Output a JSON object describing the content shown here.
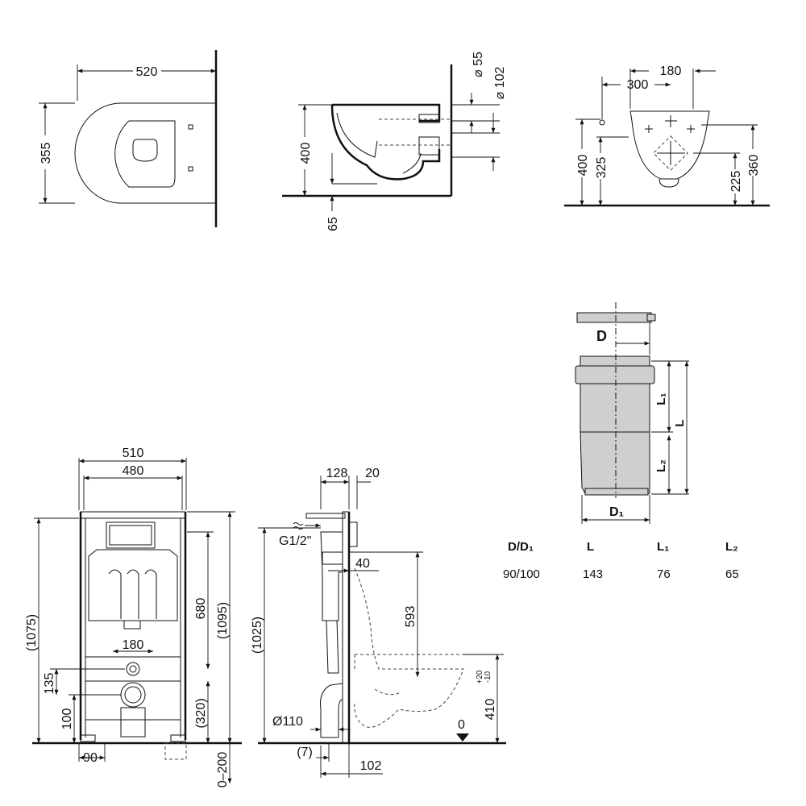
{
  "top_view": {
    "width": "520",
    "depth": "355"
  },
  "side_view": {
    "height": "400",
    "offset": "65",
    "d_small": "⌀ 55",
    "d_large": "⌀ 102"
  },
  "front_view": {
    "d180": "180",
    "d300": "300",
    "h400": "400",
    "h325": "325",
    "h225": "225",
    "h360": "360"
  },
  "frame_front": {
    "w510": "510",
    "w480": "480",
    "d180": "180",
    "h1075": "(1075)",
    "h680": "680",
    "h1095": "(1095)",
    "h135": "135",
    "h100": "100",
    "h320": "(320)",
    "w90": "90",
    "range": "0–200"
  },
  "frame_side": {
    "w128": "128",
    "w20": "20",
    "thread": "G1/2\"",
    "w40": "40",
    "h1025": "(1025)",
    "h593": "593",
    "dia": "Ø110",
    "w7": "(7)",
    "w102": "102",
    "zero": "0",
    "height_main": "410",
    "tol_plus": "+20",
    "tol_minus": "-10"
  },
  "pipe": {
    "label_d": "D",
    "label_l": "L",
    "label_l1": "L₁",
    "label_l2": "L₂",
    "label_d1": "D₁",
    "table": {
      "headers": [
        "D/D₁",
        "L",
        "L₁",
        "L₂"
      ],
      "row": [
        "90/100",
        "143",
        "76",
        "65"
      ]
    }
  }
}
